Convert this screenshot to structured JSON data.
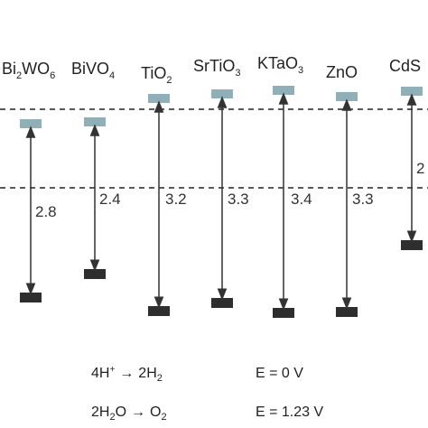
{
  "colors": {
    "conduction_band": "#8fb0b8",
    "valence_band": "#2e2e2e",
    "arrow": "#333333",
    "dashed_line": "#222222",
    "text": "#222222"
  },
  "materials": [
    {
      "label": "Bi",
      "sub1": "2",
      "mid": "WO",
      "sub2": "6",
      "gap": "2.8"
    },
    {
      "label": "BiVO",
      "sub1": "4",
      "mid": "",
      "sub2": "",
      "gap": "2.4"
    },
    {
      "label": "TiO",
      "sub1": "2",
      "mid": "",
      "sub2": "",
      "gap": "3.2"
    },
    {
      "label": "SrTiO",
      "sub1": "3",
      "mid": "",
      "sub2": "",
      "gap": "3.3"
    },
    {
      "label": "KTaO",
      "sub1": "3",
      "mid": "",
      "sub2": "",
      "gap": "3.4"
    },
    {
      "label": "ZnO",
      "sub1": "",
      "mid": "",
      "sub2": "",
      "gap": "3.3"
    },
    {
      "label": "CdS",
      "sub1": "",
      "mid": "",
      "sub2": "",
      "gap": "2"
    }
  ],
  "reactions": {
    "hydrogen": {
      "lhs_a": "4H",
      "lhs_sup": "+",
      "arrow": "→",
      "rhs_a": "2H",
      "rhs_sub": "2",
      "potential": "E = 0 V"
    },
    "oxygen": {
      "lhs_a": "2H",
      "lhs_sub": "2",
      "lhs_b": "O",
      "arrow": "→",
      "rhs_a": "O",
      "rhs_sub": "2",
      "potential": "E = 1.23 V"
    }
  }
}
